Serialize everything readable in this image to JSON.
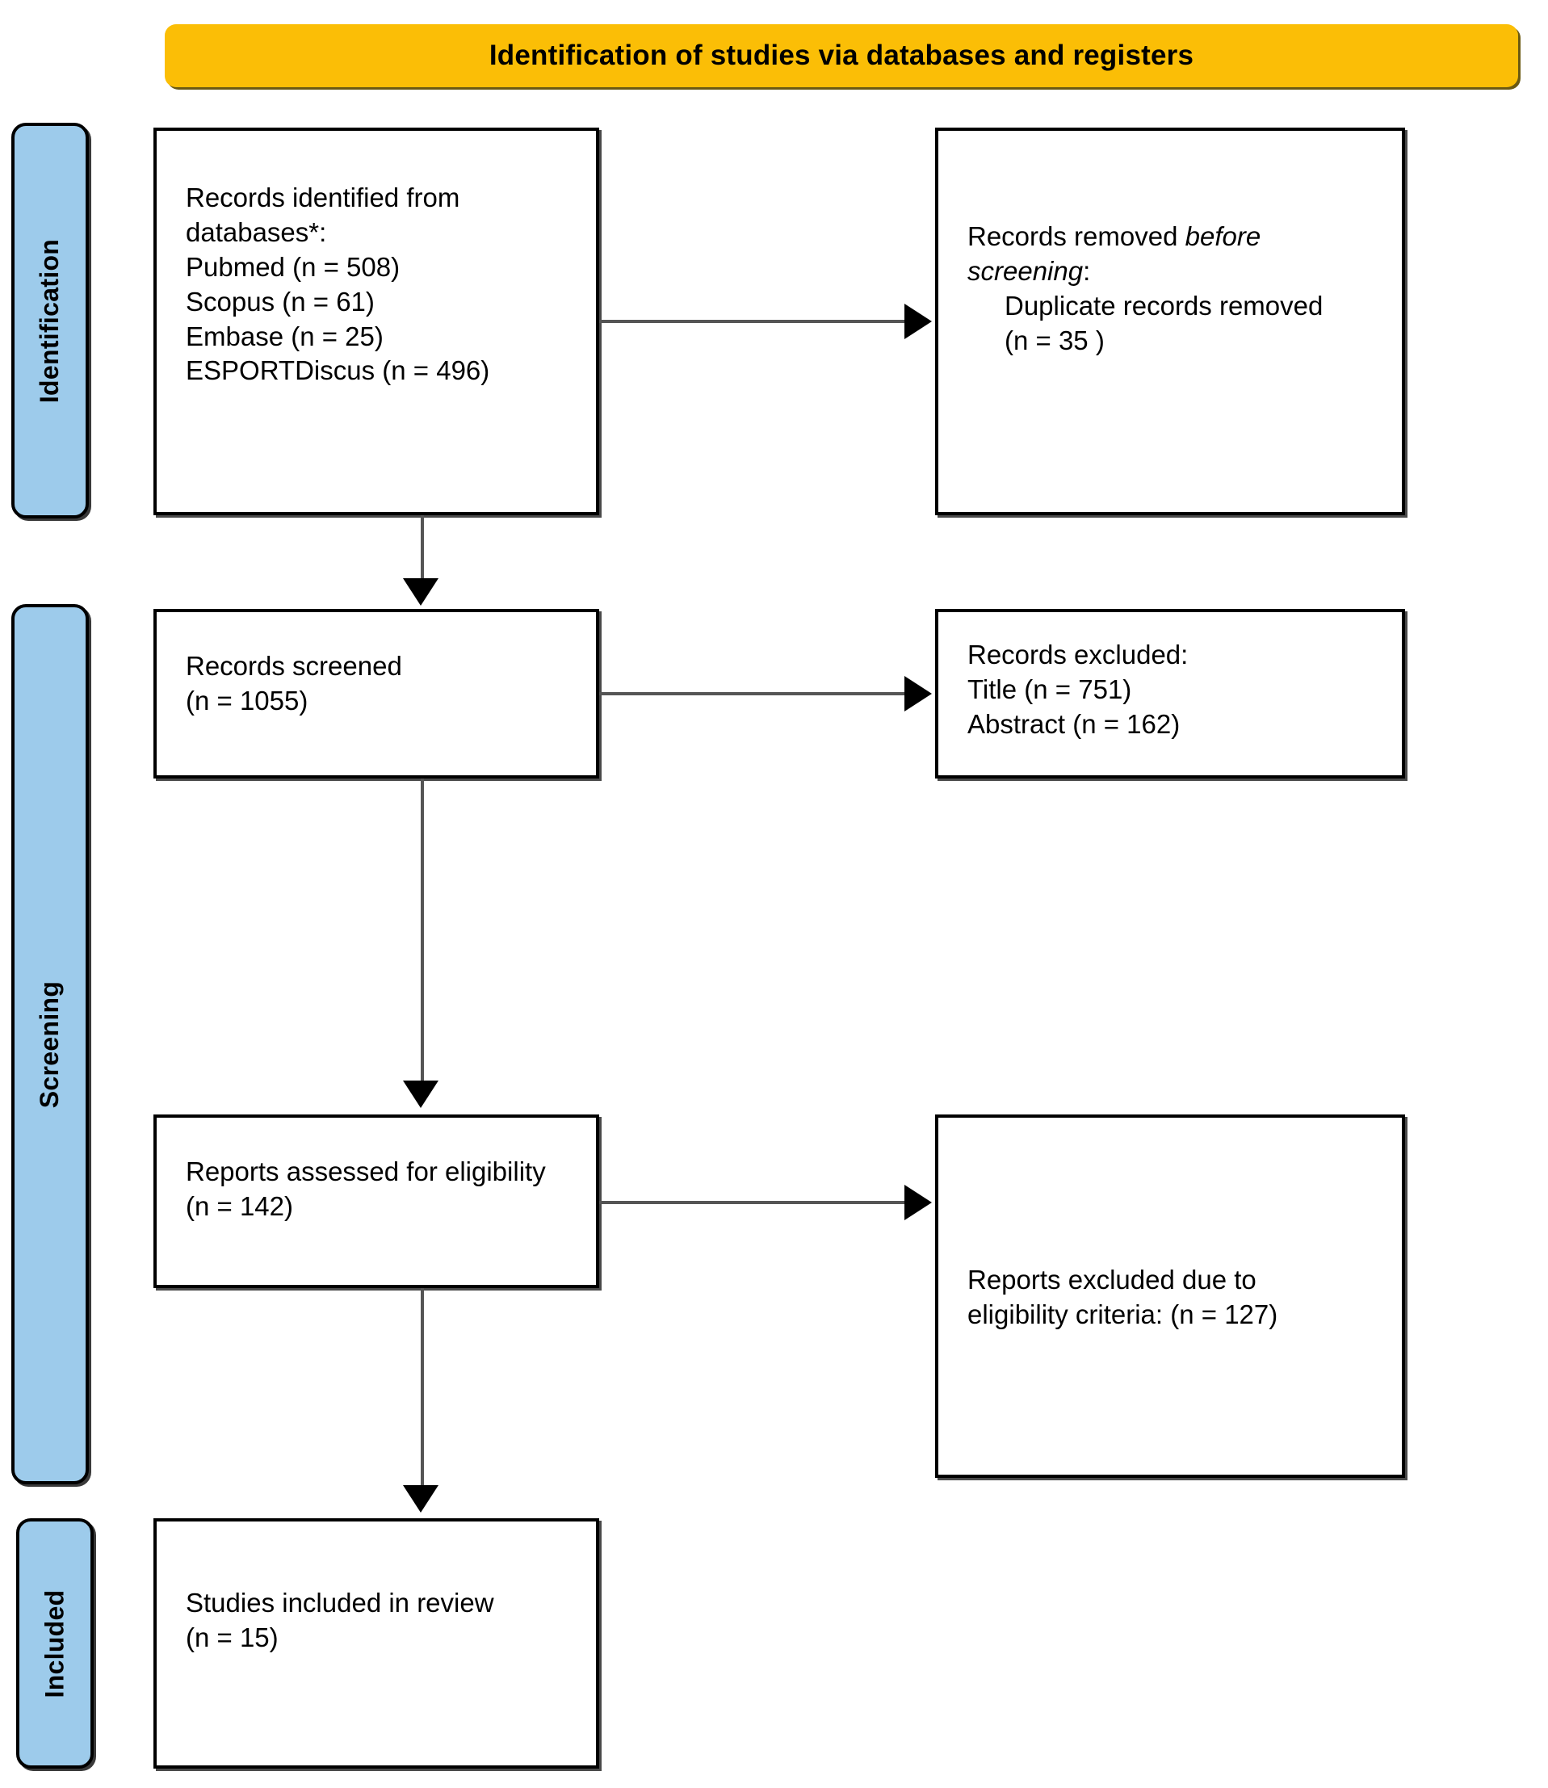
{
  "banner": {
    "title": "Identification of studies via databases and registers",
    "color": "#FBBE06"
  },
  "phases": {
    "color": "#9DCBEB",
    "identification": "Identification",
    "screening": "Screening",
    "included": "Included"
  },
  "boxes": {
    "identified": {
      "line1": "Records identified from",
      "line2": "databases*:",
      "line3": "Pubmed (n = 508)",
      "line4": "Scopus (n = 61)",
      "line5": "Embase (n = 25)",
      "line6": "ESPORTDiscus (n = 496)"
    },
    "removed": {
      "line1_plain": "Records removed ",
      "line1_italic": "before",
      "line2_italic": "screening",
      "line2_plain": ":",
      "line3": "Duplicate records removed",
      "line4": "(n = 35 )"
    },
    "screened": {
      "line1": "Records screened",
      "line2": "(n = 1055)"
    },
    "excluded": {
      "line1": "Records excluded:",
      "line2": "Title (n = 751)",
      "line3": "Abstract (n = 162)"
    },
    "assessed": {
      "line1": "Reports assessed for eligibility",
      "line2": "(n = 142)"
    },
    "reports_excluded": {
      "line1": "Reports excluded due to",
      "line2": "eligibility criteria: (n = 127)"
    },
    "included": {
      "line1": "Studies included in review",
      "line2": "(n = 15)"
    }
  },
  "chart_data": {
    "type": "diagram",
    "title": "Identification of studies via databases and registers",
    "nodes": [
      {
        "id": "identified",
        "phase": "Identification",
        "label": "Records identified from databases*",
        "sources": [
          {
            "name": "Pubmed",
            "n": 508
          },
          {
            "name": "Scopus",
            "n": 61
          },
          {
            "name": "Embase",
            "n": 25
          },
          {
            "name": "ESPORTDiscus",
            "n": 496
          }
        ]
      },
      {
        "id": "removed",
        "phase": "Identification",
        "label": "Records removed before screening: Duplicate records removed",
        "n": 35
      },
      {
        "id": "screened",
        "phase": "Screening",
        "label": "Records screened",
        "n": 1055
      },
      {
        "id": "excluded",
        "phase": "Screening",
        "label": "Records excluded",
        "reasons": [
          {
            "name": "Title",
            "n": 751
          },
          {
            "name": "Abstract",
            "n": 162
          }
        ]
      },
      {
        "id": "assessed",
        "phase": "Screening",
        "label": "Reports assessed for eligibility",
        "n": 142
      },
      {
        "id": "reports_excluded",
        "phase": "Screening",
        "label": "Reports excluded due to eligibility criteria",
        "n": 127
      },
      {
        "id": "included",
        "phase": "Included",
        "label": "Studies included in review",
        "n": 15
      }
    ],
    "edges": [
      {
        "from": "identified",
        "to": "removed"
      },
      {
        "from": "identified",
        "to": "screened"
      },
      {
        "from": "screened",
        "to": "excluded"
      },
      {
        "from": "screened",
        "to": "assessed"
      },
      {
        "from": "assessed",
        "to": "reports_excluded"
      },
      {
        "from": "assessed",
        "to": "included"
      }
    ]
  }
}
